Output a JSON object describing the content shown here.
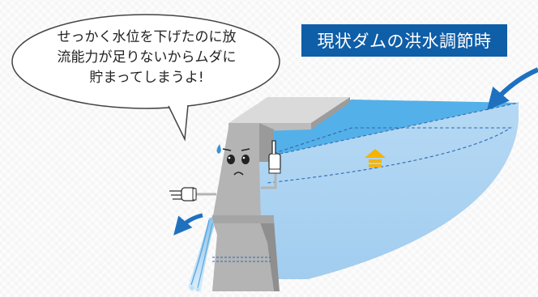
{
  "title": "現状ダムの洪水調節時",
  "speech": {
    "lines": [
      "せっかく水位を下げたのに放",
      "流能力が足りないからムダに",
      "貯まってしまうよ!"
    ]
  },
  "colors": {
    "title_bg": "#0f5ea8",
    "reservoir_light": "#a9d1f1",
    "reservoir_surface": "#54b0e8",
    "dam_concrete": "#b4b4b4",
    "arrow_blue": "#1f71c0",
    "rise_arrow": "#f4b400"
  },
  "icons": {
    "inflow": "curved-arrow-icon",
    "outflow": "curved-arrow-icon",
    "water_rise": "up-arrow-icon"
  }
}
